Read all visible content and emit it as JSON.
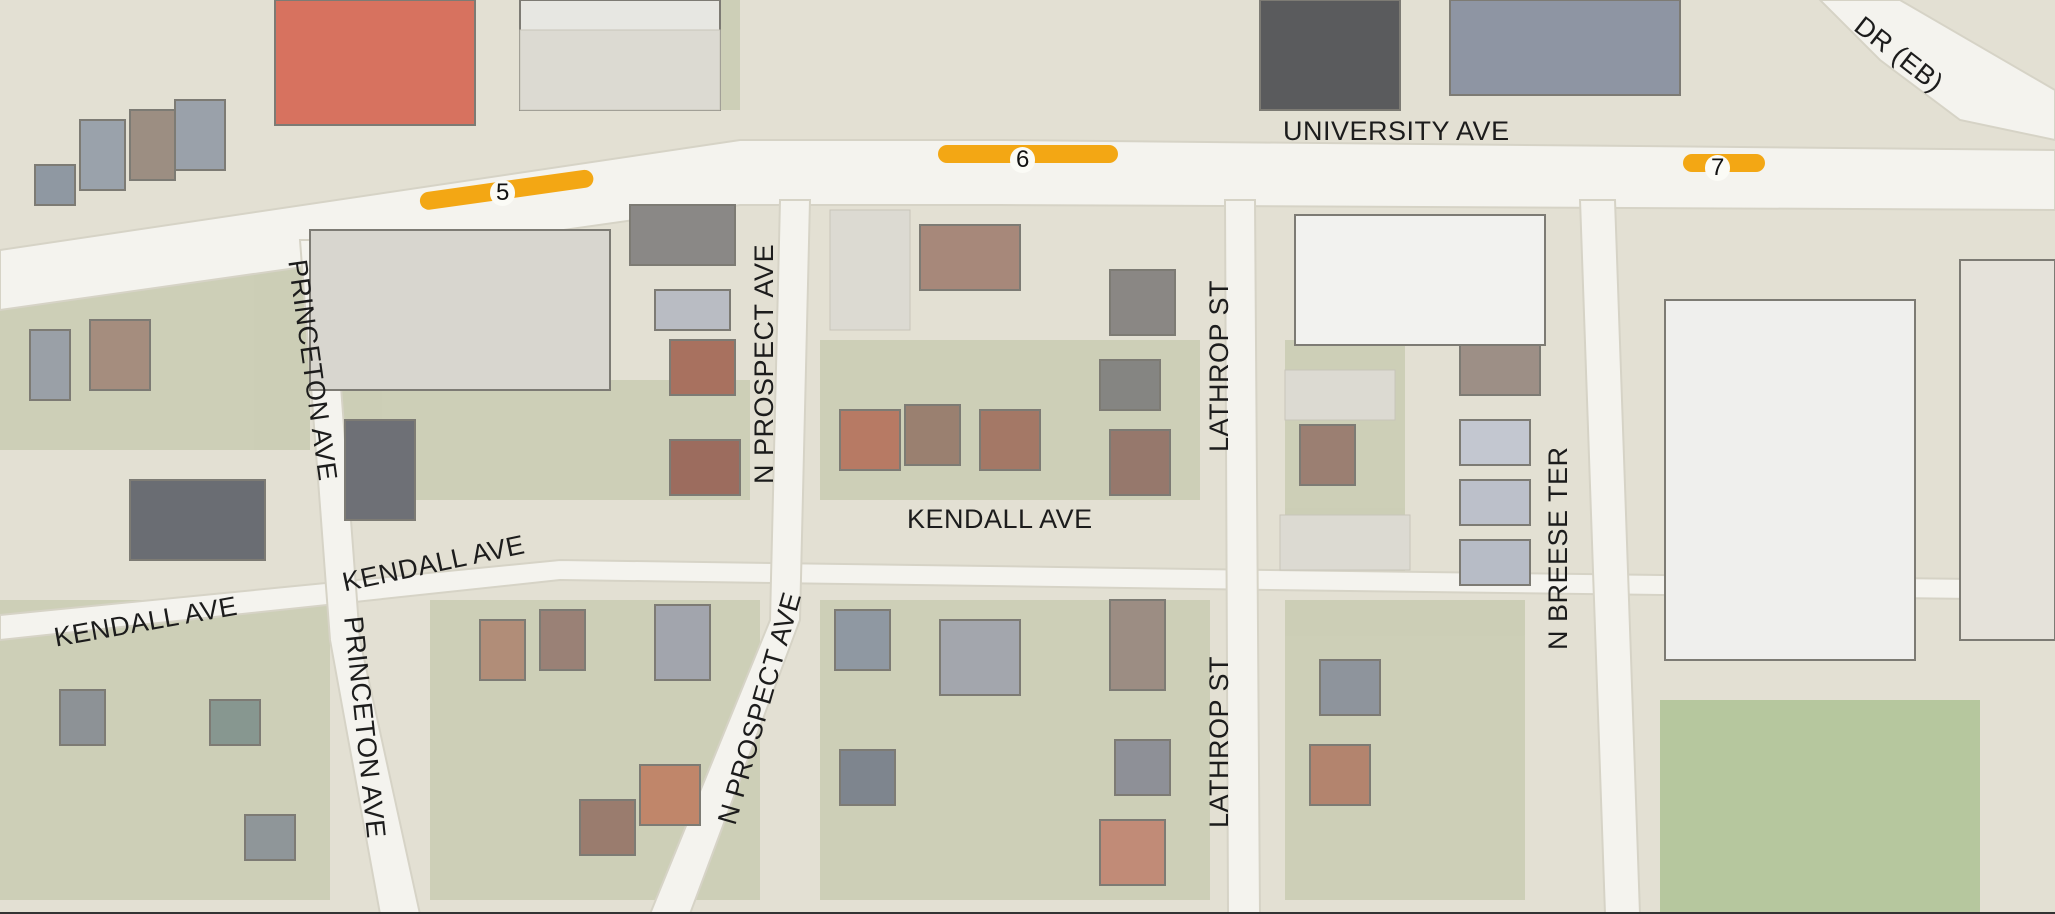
{
  "streets": {
    "university_ave": "UNIVERSITY AVE",
    "dr_eb": "DR (EB)",
    "princeton_ave": "PRINCETON AVE",
    "n_prospect_ave": "N PROSPECT AVE",
    "lathrop_st": "LATHROP ST",
    "kendall_ave": "KENDALL AVE",
    "n_breese_ter": "N BREESE TER"
  },
  "markers": [
    {
      "label": "5"
    },
    {
      "label": "6"
    },
    {
      "label": "7"
    }
  ],
  "colors": {
    "marker": "#f3a714",
    "road": "#f4f3ee",
    "background": "#e9e6dc",
    "label": "#1c1c1c"
  }
}
